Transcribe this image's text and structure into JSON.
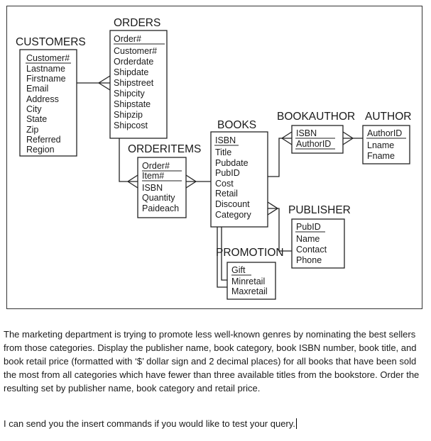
{
  "diagram": {
    "entities": {
      "customers": {
        "title": "CUSTOMERS",
        "attributes": [
          "Customer#",
          "Lastname",
          "Firstname",
          "Email",
          "Address",
          "City",
          "State",
          "Zip",
          "Referred",
          "Region"
        ]
      },
      "orders": {
        "title": "ORDERS",
        "attributes": [
          "Order#",
          "Customer#",
          "Orderdate",
          "Shipdate",
          "Shipstreet",
          "Shipcity",
          "Shipstate",
          "Shipzip",
          "Shipcost"
        ]
      },
      "orderitems": {
        "title": "ORDERITEMS",
        "attributes": [
          "Order#",
          "Item#",
          "ISBN",
          "Quantity",
          "Paideach"
        ]
      },
      "books": {
        "title": "BOOKS",
        "attributes": [
          "ISBN",
          "Title",
          "Pubdate",
          "PubID",
          "Cost",
          "Retail",
          "Discount",
          "Category"
        ]
      },
      "bookauthor": {
        "title": "BOOKAUTHOR",
        "attributes": [
          "ISBN",
          "AuthorID"
        ]
      },
      "author": {
        "title": "AUTHOR",
        "attributes": [
          "AuthorID",
          "Lname",
          "Fname"
        ]
      },
      "publisher": {
        "title": "PUBLISHER",
        "attributes": [
          "PubID",
          "Name",
          "Contact",
          "Phone"
        ]
      },
      "promotion": {
        "title": "PROMOTION",
        "attributes": [
          "Gift",
          "Minretail",
          "Maxretail"
        ]
      }
    }
  },
  "question": {
    "text": "The marketing department is trying to promote less well-known genres by nominating the best sellers from those categories. Display the publisher name, book category, book ISBN number, book title, and book retail price (formatted with ‘$’ dollar sign and 2 decimal places) for all books that have been sold the most from all categories which have fewer than three available titles from the bookstore. Order the resulting set by publisher name, book category and retail price.",
    "note": "I can send you the insert commands if you would like to test your query."
  }
}
